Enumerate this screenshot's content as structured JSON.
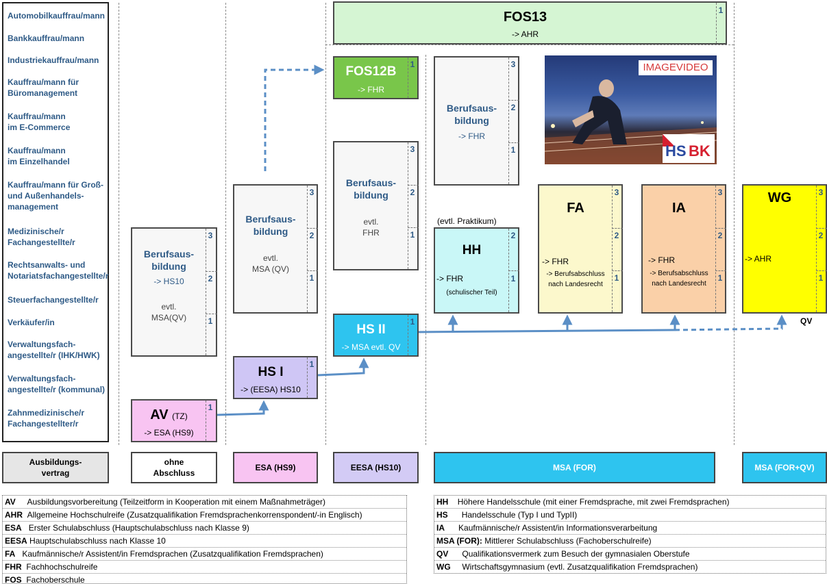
{
  "sidebar": {
    "items": [
      "Automobilkauffrau/mann",
      "Bankkauffrau/mann",
      "Industriekauffrau/mann",
      "Kauffrau/mann für\nBüromanagement",
      "Kauffrau/mann\nim E-Commerce",
      "Kauffrau/mann\nim Einzelhandel",
      "Kauffrau/mann für Groß-\nund Außenhandels-\nmanagement",
      "Medizinische/r\nFachangestellte/r",
      "Rechtsanwalts- und\nNotariatsfachangestellte/r",
      "Steuerfachangestellte/r",
      "Verkäufer/in",
      "Verwaltungsfach-\nangestellte/r (IHK/HWK)",
      "Verwaltungsfach-\nangestellte/r (kommunal)",
      "Zahnmedizinische/r\nFachangestellter/r"
    ]
  },
  "boxes": {
    "fos13": {
      "title": "FOS13",
      "sub": "-> AHR",
      "num": "1"
    },
    "fos12b": {
      "title": "FOS12B",
      "sub": "-> FHR",
      "num": "1"
    },
    "bs_fos": {
      "title": "Berufsaus-\nbildung",
      "sub": "-> FHR",
      "nums": [
        "3",
        "2",
        "1"
      ]
    },
    "bs_eesa": {
      "title": "Berufsaus-\nbildung",
      "sub": "evtl.\nFHR",
      "nums": [
        "3",
        "2",
        "1"
      ]
    },
    "bs_esa": {
      "title": "Berufsaus-\nbildung",
      "sub": "evtl.\nMSA (QV)",
      "nums": [
        "3",
        "2",
        "1"
      ]
    },
    "bs_ohne": {
      "title": "Berufsaus-\nbildung",
      "sub1": "-> HS10",
      "sub2": "evtl.\nMSA(QV)",
      "nums": [
        "3",
        "2",
        "1"
      ]
    },
    "hs2": {
      "title": "HS II",
      "sub": "-> MSA evtl. QV",
      "num": "1"
    },
    "hs1": {
      "title": "HS I",
      "sub": "-> (EESA) HS10",
      "num": "1"
    },
    "av": {
      "title": "AV",
      "title_suffix": "(TZ)",
      "sub": "-> ESA (HS9)",
      "num": "1"
    },
    "hh": {
      "pre": "(evtl. Praktikum)",
      "title": "HH",
      "sub1": "-> FHR",
      "sub2": "(schulischer Teil)",
      "nums": [
        "2",
        "1"
      ]
    },
    "fa": {
      "title": "FA",
      "sub1": "-> FHR",
      "sub2": "-> Berufsabschluss\nnach Landesrecht",
      "nums": [
        "3",
        "2",
        "1"
      ]
    },
    "ia": {
      "title": "IA",
      "sub1": "-> FHR",
      "sub2": "-> Berufsabschluss\nnach Landesrecht",
      "nums": [
        "3",
        "2",
        "1"
      ]
    },
    "wg": {
      "title": "WG",
      "sub": "-> AHR",
      "nums": [
        "3",
        "2",
        "1"
      ],
      "qv": "QV"
    }
  },
  "image": {
    "banner": "IMAGEVIDEO",
    "logo_hs": "HS",
    "logo_bk": "BK"
  },
  "bands": [
    "Ausbildungs-\nvertrag",
    "ohne\nAbschluss",
    "ESA (HS9)",
    "EESA (HS10)",
    "MSA (FOR)",
    "MSA (FOR+QV)"
  ],
  "legend_left": [
    {
      "abbr": "AV",
      "text": "Ausbildungsvorbereitung (Teilzeitform in Kooperation mit einem Maßnahmeträger)"
    },
    {
      "abbr": "AHR",
      "text": "Allgemeine Hochschulreife (Zusatzqualifikation Fremdsprachenkorrenspondent/-in Englisch)"
    },
    {
      "abbr": "ESA",
      "text": "Erster Schulabschluss (Hauptschulabschluss nach Klasse 9)"
    },
    {
      "abbr": "EESA",
      "text": "Hauptschulabschluss nach Klasse 10"
    },
    {
      "abbr": "FA",
      "text": "Kaufmännische/r Assistent/in Fremdsprachen (Zusatzqualifikation Fremdsprachen)"
    },
    {
      "abbr": "FHR",
      "text": "Fachhochschulreife"
    },
    {
      "abbr": "FOS",
      "text": "Fachoberschule"
    }
  ],
  "legend_right": [
    {
      "abbr": "HH",
      "text": "Höhere Handelsschule (mit einer Fremdsprache, mit zwei Fremdsprachen)"
    },
    {
      "abbr": "HS",
      "text": "Handelsschule (Typ I und TypII)"
    },
    {
      "abbr": "IA",
      "text": "Kaufmännische/r Assistent/in Informationsverarbeitung"
    },
    {
      "abbr": "MSA (FOR):",
      "text": "Mittlerer Schulabschluss (Fachoberschulreife)"
    },
    {
      "abbr": "QV",
      "text": "Qualifikationsvermerk zum Besuch der gymnasialen Oberstufe"
    },
    {
      "abbr": "WG",
      "text": "Wirtschaftsgymnasium  (evtl. Zusatzqualifikation Fremdsprachen)"
    }
  ],
  "colors": {
    "fos13": "#d5f5d3",
    "fos12b": "#79c64a",
    "berufsausbildung": "#f7f7f7",
    "hs2": "#2ec4ef",
    "hs1": "#cfc6f5",
    "av": "#f8c4f2",
    "hh": "#c9f7f7",
    "fa": "#fcf8cc",
    "ia": "#fad0a8",
    "wg": "#ffff00",
    "band_ausbildung": "#e6e6e6",
    "band_esa": "#f8c4f2",
    "band_eesa": "#d3cbf5",
    "band_msa": "#2ec4ef",
    "arrow": "#5b8fc6",
    "label_blue": "#2e5a86"
  }
}
